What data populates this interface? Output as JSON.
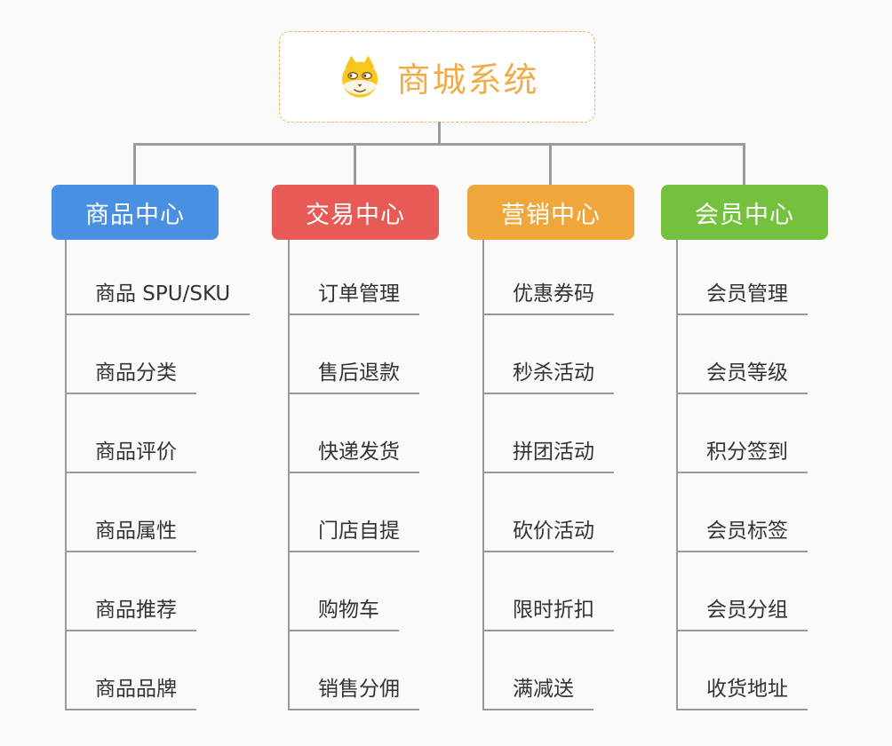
{
  "root": {
    "label": "商城系统",
    "icon": "shiba-dog-icon",
    "text_color": "#f0ac4b",
    "border_color": "#f2b04e"
  },
  "connector_color": "#9b9b9b",
  "underline_color": "#999999",
  "item_text_color": "#333333",
  "background_color": "#fafafa",
  "branches": [
    {
      "label": "商品中心",
      "color": "#4a90e2",
      "items": [
        "商品 SPU/SKU",
        "商品分类",
        "商品评价",
        "商品属性",
        "商品推荐",
        "商品品牌"
      ]
    },
    {
      "label": "交易中心",
      "color": "#e85a56",
      "items": [
        "订单管理",
        "售后退款",
        "快递发货",
        "门店自提",
        "购物车",
        "销售分佣"
      ]
    },
    {
      "label": "营销中心",
      "color": "#efa73c",
      "items": [
        "优惠券码",
        "秒杀活动",
        "拼团活动",
        "砍价活动",
        "限时折扣",
        "满减送"
      ]
    },
    {
      "label": "会员中心",
      "color": "#73c13d",
      "items": [
        "会员管理",
        "会员等级",
        "积分签到",
        "会员标签",
        "会员分组",
        "收货地址"
      ]
    }
  ]
}
